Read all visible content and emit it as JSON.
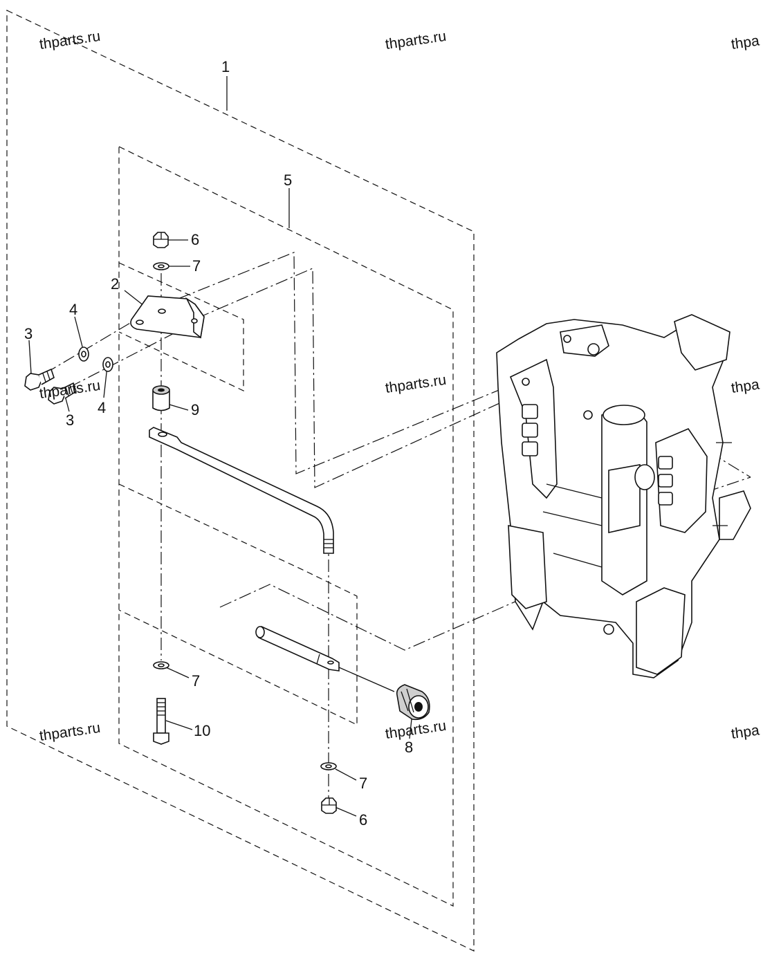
{
  "diagram": {
    "callouts": {
      "c1": "1",
      "c2": "2",
      "c3a": "3",
      "c3b": "3",
      "c4a": "4",
      "c4b": "4",
      "c5": "5",
      "c6a": "6",
      "c6b": "6",
      "c7a": "7",
      "c7b": "7",
      "c7c": "7",
      "c8": "8",
      "c9": "9",
      "c10": "10"
    },
    "watermarks": {
      "w1": "thparts.ru",
      "w2": "thparts.ru",
      "w3": "thpa",
      "w4": "thparts.ru",
      "w5": "thparts.ru",
      "w6": "thpa",
      "w7": "thparts.ru",
      "w8": "thparts.ru",
      "w9": "thpa"
    }
  }
}
